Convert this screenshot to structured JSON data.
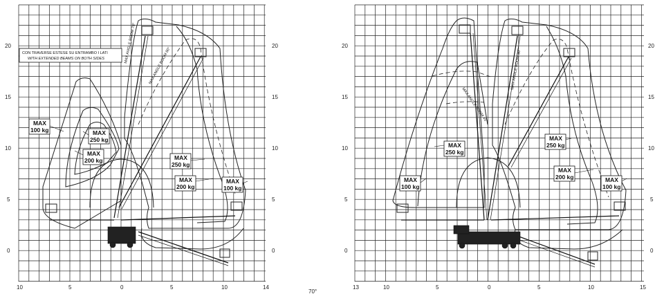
{
  "diagrams": [
    {
      "id": "left",
      "y_ticks": [
        "0",
        "5",
        "10",
        "15",
        "20"
      ],
      "y_ticks_right": [
        "0",
        "5",
        "10",
        "15",
        "20"
      ],
      "x_ticks": [
        "10",
        "5",
        "0",
        "5",
        "10",
        "14"
      ],
      "note_line1": "CON TRAVERSE ESTESE SU ENTRAMBO I LATI",
      "note_line2": "WITH EXTENDED BEAMS ON BOTH SIDES",
      "boom_angle_labels": [
        "MAX ANGLE BOOM 78°",
        "MAX ANGLE BOOM 60°"
      ],
      "load_labels": [
        {
          "line1": "MAX",
          "line2": "100 kg"
        },
        {
          "line1": "MAX",
          "line2": "250 kg"
        },
        {
          "line1": "MAX",
          "line2": "200 kg"
        },
        {
          "line1": "MAX",
          "line2": "250 kg"
        },
        {
          "line1": "MAX",
          "line2": "200 kg"
        },
        {
          "line1": "MAX",
          "line2": "100 kg"
        }
      ]
    },
    {
      "id": "right",
      "y_ticks": [
        "0",
        "5",
        "10",
        "15",
        "20"
      ],
      "y_ticks_right": [
        "0",
        "5",
        "10",
        "15",
        "20"
      ],
      "x_ticks": [
        "13",
        "10",
        "5",
        "0",
        "5",
        "10",
        "15"
      ],
      "boom_angle_labels": [
        "MAX ANGLE BOOM 45°",
        "MAX ANGLE BOOM 80°"
      ],
      "load_labels": [
        {
          "line1": "MAX",
          "line2": "250 kg"
        },
        {
          "line1": "MAX",
          "line2": "100 kg"
        },
        {
          "line1": "MAX",
          "line2": "250 kg"
        },
        {
          "line1": "MAX",
          "line2": "200 kg"
        },
        {
          "line1": "MAX",
          "line2": "100 kg"
        }
      ]
    }
  ],
  "center_label": "70°"
}
